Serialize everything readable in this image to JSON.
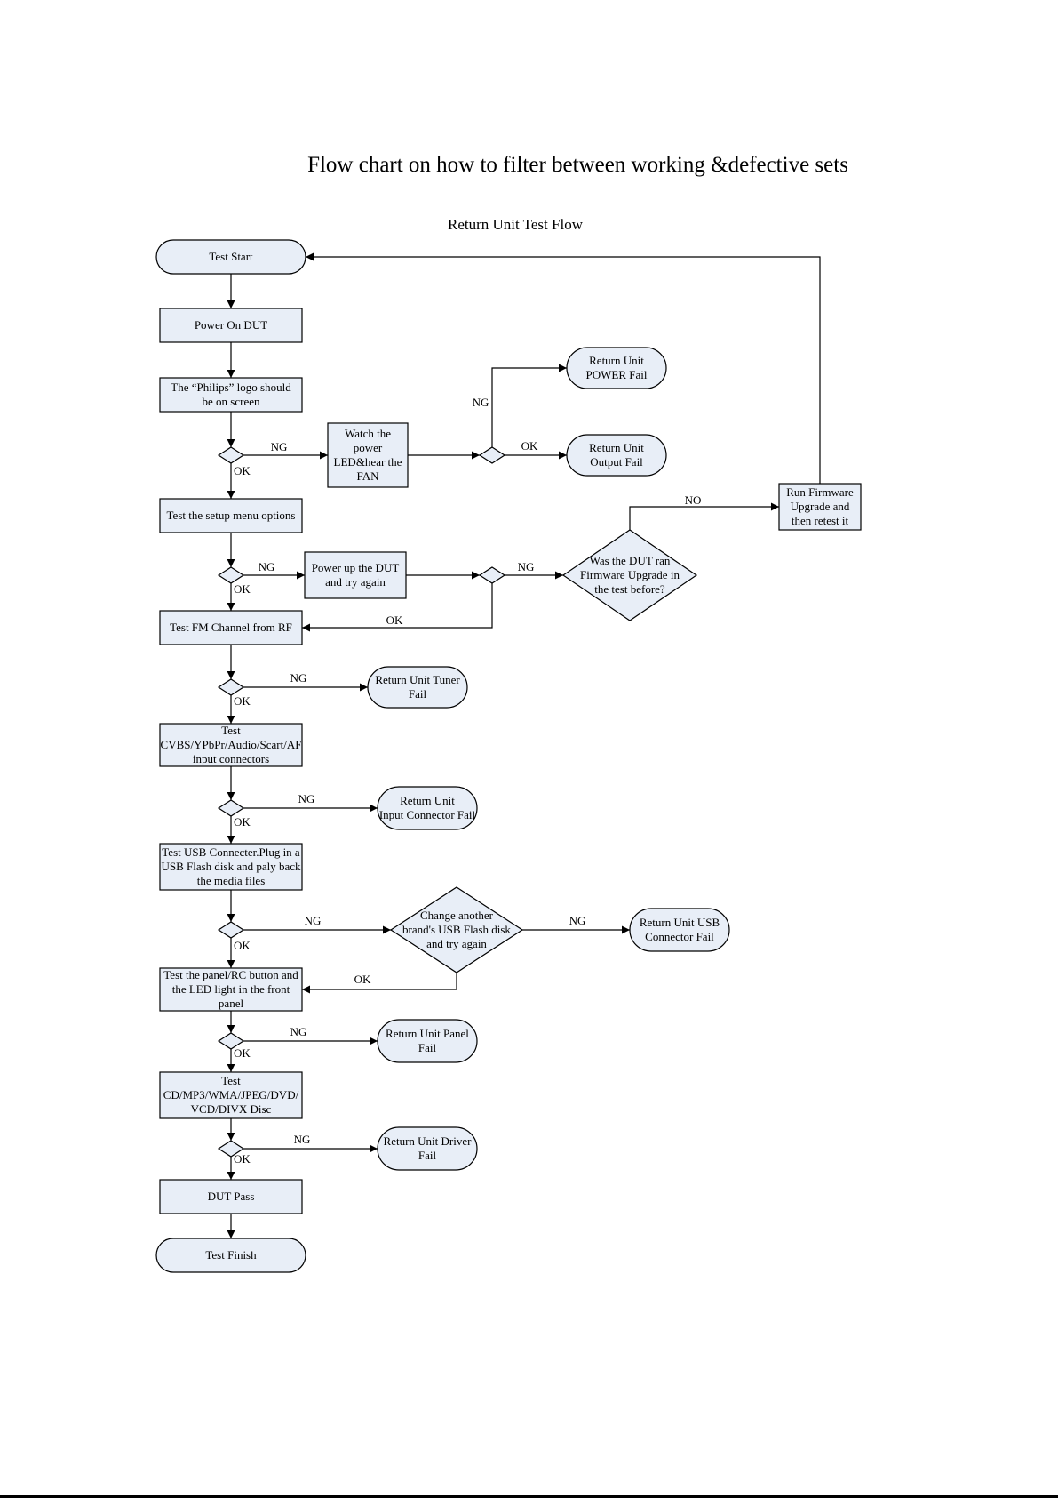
{
  "title": "Flow chart on how to filter between working &defective sets",
  "subtitle": "Return Unit Test Flow",
  "colors": {
    "node_fill": "#e8eef7",
    "stroke": "#000000",
    "background": "#ffffff"
  },
  "nodes": {
    "test_start": [
      "Test Start"
    ],
    "power_on": [
      "Power On DUT"
    ],
    "philips_logo": [
      "The “Philips” logo should",
      "be on screen"
    ],
    "watch_power": [
      "Watch the",
      "power",
      "LED&hear the",
      "FAN"
    ],
    "power_fail": [
      "Return Unit",
      "POWER Fail"
    ],
    "output_fail": [
      "Return Unit",
      "Output Fail"
    ],
    "run_firmware": [
      "Run Firmware",
      "Upgrade and",
      "then retest it"
    ],
    "setup_menu": [
      "Test the setup menu options"
    ],
    "power_up_again": [
      "Power up the DUT",
      "and try again"
    ],
    "firmware_question": [
      "Was the DUT ran",
      "Firmware Upgrade in",
      "the test before?"
    ],
    "fm_channel": [
      "Test FM Channel from RF"
    ],
    "tuner_fail": [
      "Return Unit Tuner",
      "Fail"
    ],
    "input_connectors": [
      "Test",
      "CVBS/YPbPr/Audio/Scart/AF",
      "input connectors"
    ],
    "input_fail": [
      "Return Unit",
      "Input Connector Fail"
    ],
    "usb_test": [
      "Test USB Connecter.Plug in a",
      "USB Flash disk and paly back",
      "the media files"
    ],
    "usb_change": [
      "Change another",
      "brand's USB Flash disk",
      "and try again"
    ],
    "usb_fail": [
      "Return Unit USB",
      "Connector Fail"
    ],
    "panel_test": [
      "Test the panel/RC button and",
      "the LED light in the front",
      "panel"
    ],
    "panel_fail": [
      "Return Unit Panel",
      "Fail"
    ],
    "disc_test": [
      "Test",
      "CD/MP3/WMA/JPEG/DVD/",
      "VCD/DIVX Disc"
    ],
    "driver_fail": [
      "Return Unit Driver",
      "Fail"
    ],
    "dut_pass": [
      "DUT Pass"
    ],
    "test_finish": [
      "Test Finish"
    ]
  },
  "edge_labels": {
    "ng": "NG",
    "ok": "OK",
    "no": "NO"
  }
}
